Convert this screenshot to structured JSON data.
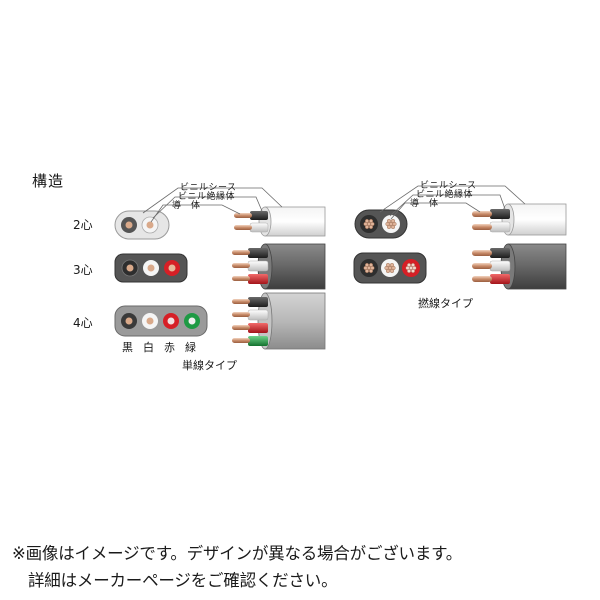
{
  "heading": "構造",
  "solid_type": {
    "rows": [
      {
        "label": "2心"
      },
      {
        "label": "3心"
      },
      {
        "label": "4心"
      }
    ],
    "callouts": [
      "ビニルシース",
      "ビニル絶縁体",
      "導　体"
    ],
    "color_legend": [
      "黒",
      "白",
      "赤",
      "緑"
    ],
    "caption": "単線タイプ"
  },
  "stranded_type": {
    "callouts": [
      "ビニルシース",
      "ビニル絶縁体",
      "導　体"
    ],
    "caption": "撚線タイプ"
  },
  "conductor_colors": {
    "black": "#3a3a3a",
    "white": "#f2f2f2",
    "red": "#d61f26",
    "green": "#1e9a44",
    "copper": "#d9a98a",
    "sheath": "#d8d8d8",
    "sheath_dark": "#6e6e6e"
  },
  "notice": {
    "line1": "※画像はイメージです。デザインが異なる場合がございます。",
    "line2": "詳細はメーカーページをご確認ください。"
  }
}
